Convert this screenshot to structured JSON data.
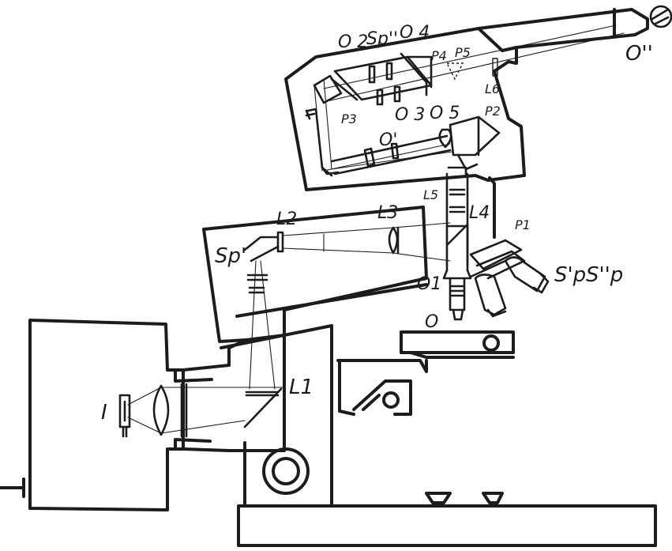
{
  "labels": {
    "o2": "O 2",
    "sp_double": "Sp''",
    "o4": "O 4",
    "p4": "P4",
    "p5": "P5",
    "o_double": "O''",
    "l6": "L6",
    "p3": "P3",
    "o3": "O 3",
    "o5": "O 5",
    "p2": "P2",
    "o_prime": "O'",
    "l5": "L5",
    "l4": "L4",
    "p1": "P1",
    "l3": "L3",
    "l2": "L2",
    "sp_prime_left": "Sp'",
    "sp_prime_right": "S'p",
    "sp_double_right": "S''p",
    "o1": "O1",
    "o": "O",
    "i": "I",
    "l1": "L1"
  }
}
